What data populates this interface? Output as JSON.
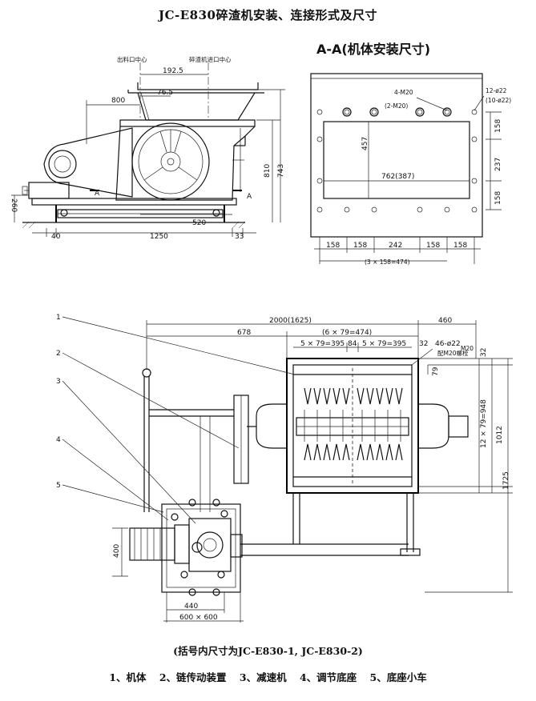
{
  "title": "JC-E830碎渣机安装、连接形式及尺寸",
  "section_title": "A-A(机体安装尺寸)",
  "side_view": {
    "label_outlet_center": "出料口中心",
    "label_inlet_center": "碎渣机进口中心",
    "dims": {
      "d192_5": "192.5",
      "d76_5": "76.5",
      "d800": "800",
      "d810": "810",
      "d743": "743",
      "d260": "260",
      "d520": "520",
      "d40": "40",
      "d1250": "1250",
      "d33": "33",
      "sec_a": "A"
    }
  },
  "plan_view": {
    "label_4m20": "4-M20",
    "label_2m20": "(2-M20)",
    "label_12holes": "12-ø22",
    "label_10holes": "(10-ø22)",
    "dims": {
      "d457": "457",
      "d762": "762(387)",
      "d158a": "158",
      "d237": "237",
      "d158b": "158",
      "b158a": "158",
      "b158b": "158",
      "b242": "242",
      "b158c": "158",
      "b158d": "158",
      "total": "(3 × 158=474)"
    }
  },
  "top_view": {
    "dims": {
      "d2000": "2000(1625)",
      "d460": "460",
      "d678": "678",
      "d6x79": "(6 × 79=474)",
      "d5x79a": "5 × 79=395",
      "d84": "84",
      "d5x79b": "5 × 79=395",
      "d32a": "32",
      "d46holes": "46-ø22",
      "dm20": "M20",
      "dbolt": "配M20螺栓",
      "d32b": "32",
      "d79": "79",
      "d12x79": "12 × 79=948",
      "d1012": "1012",
      "d1725": "1725",
      "d400": "400",
      "d440": "440",
      "d600": "600 × 600"
    },
    "callouts": [
      "1",
      "2",
      "3",
      "4",
      "5"
    ]
  },
  "footnote": "(括号内尺寸为JC-E830-1, JC-E830-2)",
  "legend": [
    "1、机体",
    "2、链传动装置",
    "3、减速机",
    "4、调节底座",
    "5、底座小车"
  ]
}
